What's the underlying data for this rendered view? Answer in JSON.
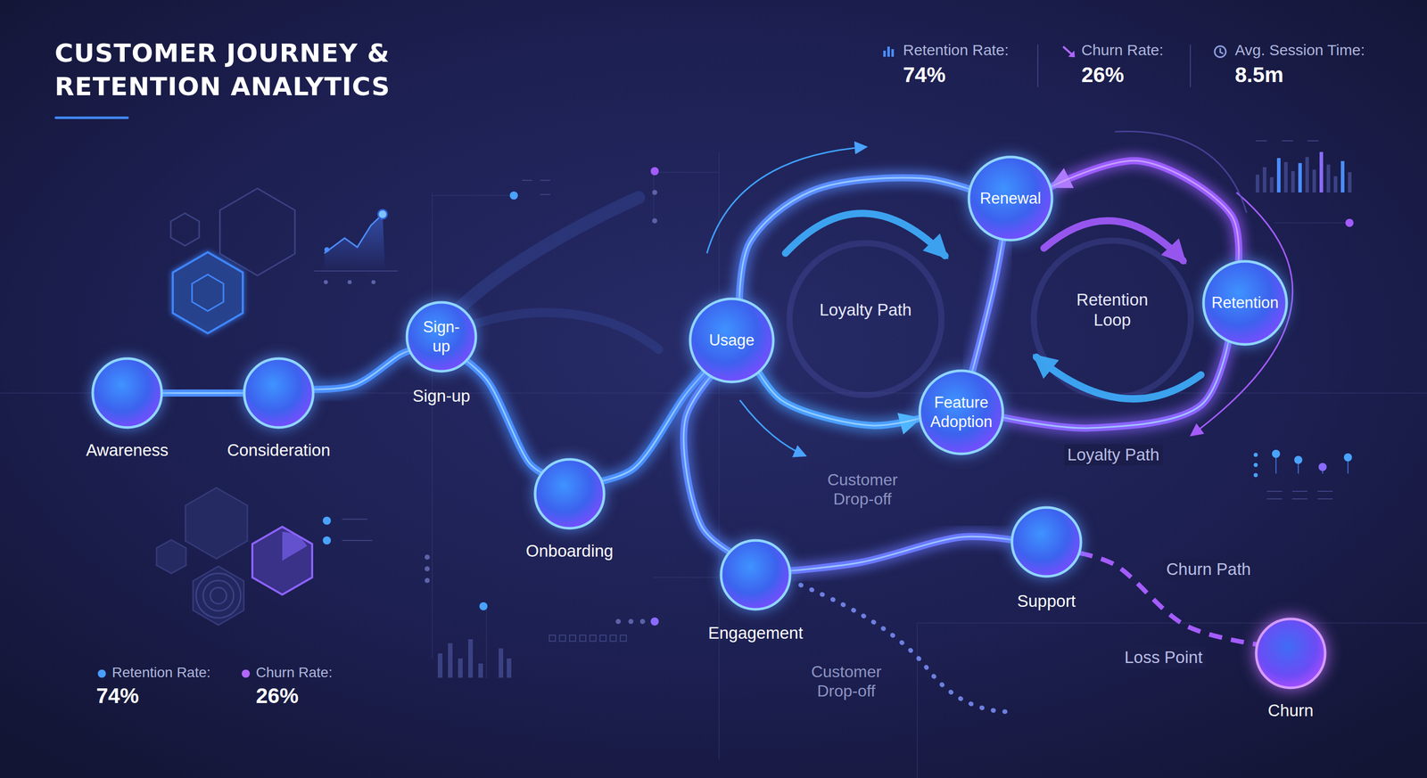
{
  "diagram": {
    "title": "CUSTOMER JOURNEY & RETENTION ANALYTICS",
    "nodes": [
      {
        "text": [
          "Awareness"
        ]
      },
      {
        "text": [
          "Consideration"
        ]
      },
      {
        "text": [
          "Sign-up",
          "Sign-up"
        ]
      },
      {
        "text": [
          "Onboarding"
        ]
      },
      {
        "text": [
          "Usage"
        ]
      },
      {
        "text": [
          "Engagement"
        ]
      },
      {
        "text": [
          "Renewal"
        ]
      },
      {
        "text": [
          "Feature Adoption"
        ]
      },
      {
        "text": [
          "Retention"
        ]
      },
      {
        "text": [
          "Support"
        ]
      },
      {
        "text": [
          "Churn"
        ]
      }
    ],
    "edges": [
      {
        "from": 0,
        "to": 1,
        "arrow": "none"
      },
      {
        "from": 1,
        "to": 2,
        "arrow": "none"
      },
      {
        "from": 2,
        "to": 3,
        "arrow": "none"
      },
      {
        "from": 3,
        "to": 4,
        "arrow": "none"
      },
      {
        "from": 4,
        "to": 5,
        "arrow": "none"
      },
      {
        "from": 4,
        "to": 6,
        "arrow": "none"
      },
      {
        "from": 4,
        "to": 7,
        "arrow": "to"
      },
      {
        "from": 6,
        "to": 7,
        "arrow": "none"
      },
      {
        "from": 8,
        "to": 6,
        "arrow": "to"
      },
      {
        "from": 7,
        "to": 8,
        "arrow": "none"
      },
      {
        "from": 5,
        "to": 9,
        "arrow": "none"
      },
      {
        "from": 9,
        "to": 10,
        "label": "Churn Path",
        "arrow": "none"
      }
    ],
    "labels": [
      "Retention Rate:",
      "74%",
      "Churn Rate:",
      "26%",
      "Avg. Session Time:",
      "8.5m",
      "Loyalty Path",
      "Retention Loop",
      "Loyalty Path",
      "Customer Drop-off",
      "Customer Drop-off",
      "Loss Point",
      "74%",
      "26%"
    ],
    "legend": [
      {
        "text": "Retention Rate:",
        "color": "#4a9eff"
      },
      {
        "text": "Churn Rate:",
        "color": "#b266ff"
      }
    ]
  }
}
